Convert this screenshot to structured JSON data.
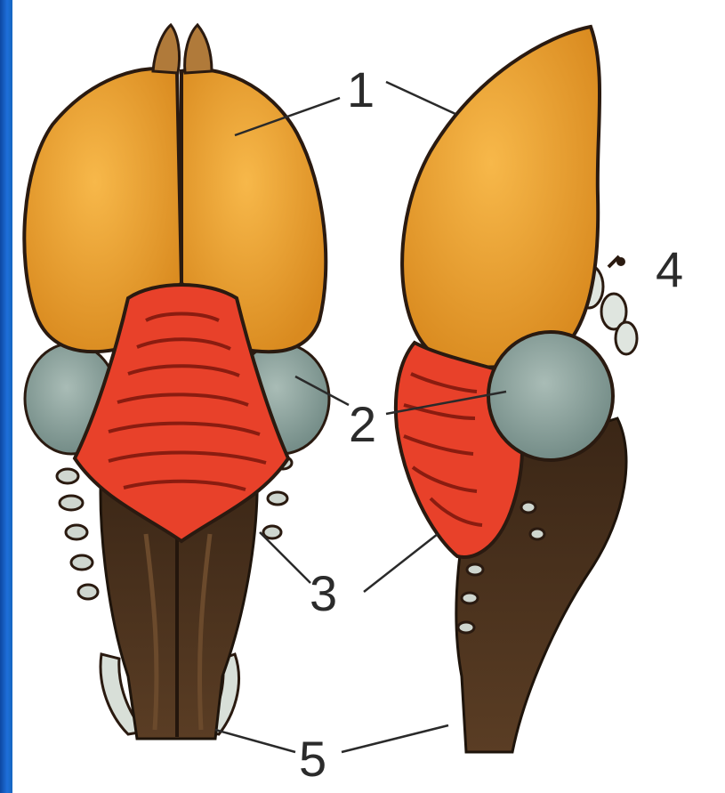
{
  "labels": [
    {
      "id": "1",
      "text": "1"
    },
    {
      "id": "2",
      "text": "2"
    },
    {
      "id": "3",
      "text": "3"
    },
    {
      "id": "4",
      "text": "4"
    },
    {
      "id": "5",
      "text": "5"
    }
  ],
  "colors": {
    "frame": "#1565c0",
    "forebrain": "#f2a93b",
    "midbrain_lobes": "#8fa5a0",
    "cerebellum": "#e8412a",
    "medulla": "#4a3220",
    "nerves": "#cfd6cf",
    "outline": "#2a1a10",
    "label_text": "#2b2b2b"
  }
}
